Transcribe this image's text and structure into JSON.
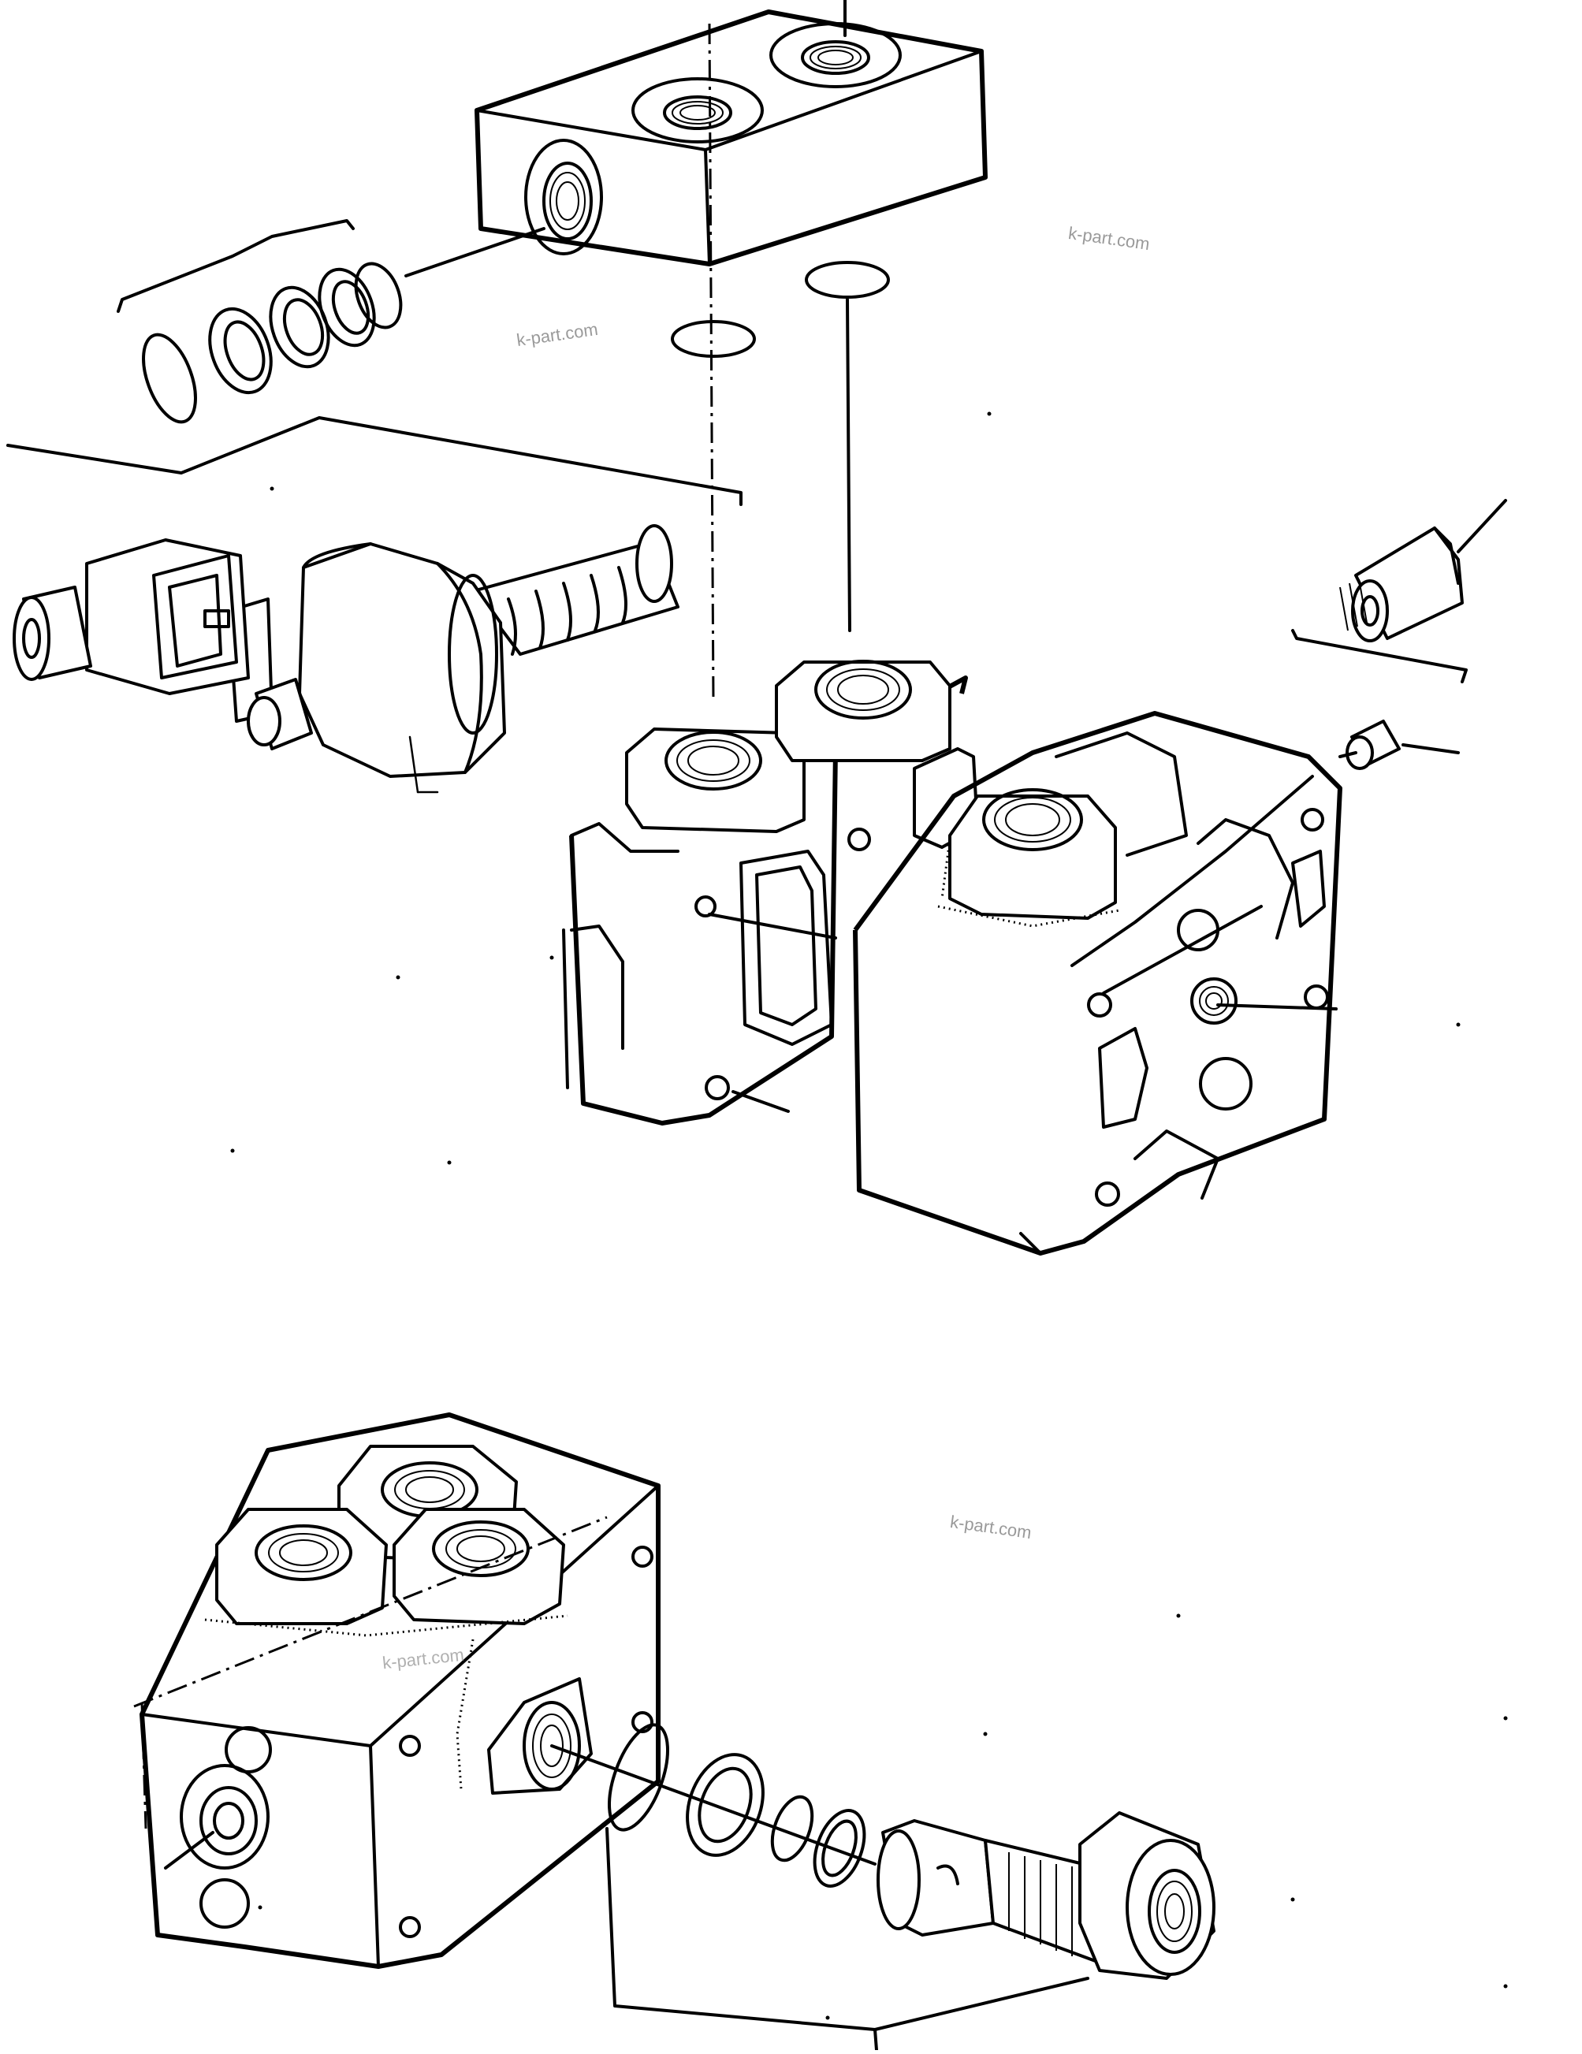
{
  "watermarks": [
    {
      "text": "k-part.com"
    },
    {
      "text": "k-part.com"
    },
    {
      "text": "k-part.com"
    },
    {
      "text": "k-part.com"
    }
  ],
  "parts": [
    {
      "name": "manifold-block"
    },
    {
      "name": "o-ring-upper-left"
    },
    {
      "name": "o-ring-upper-right"
    },
    {
      "name": "seal-kit"
    },
    {
      "name": "solenoid-valve"
    },
    {
      "name": "connector-plug"
    },
    {
      "name": "control-valve-body"
    },
    {
      "name": "adapter-fitting"
    },
    {
      "name": "plug-screw"
    },
    {
      "name": "relief-valve-body"
    },
    {
      "name": "relief-valve-cartridge"
    }
  ]
}
